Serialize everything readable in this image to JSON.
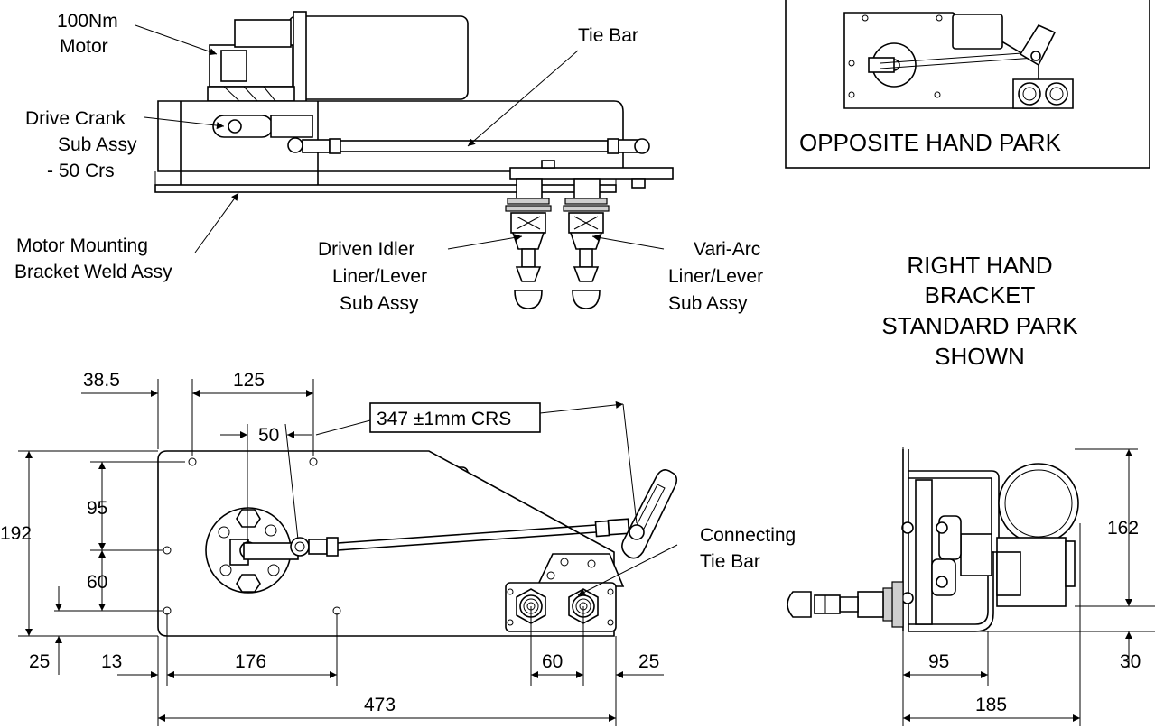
{
  "labels": {
    "motor": [
      "100Nm",
      "Motor"
    ],
    "tie_bar": "Tie Bar",
    "drive_crank": [
      "Drive Crank",
      "Sub Assy",
      "- 50 Crs"
    ],
    "mounting_bracket": [
      "Motor Mounting",
      "Bracket Weld Assy"
    ],
    "driven_idler": [
      "Driven Idler",
      "Liner/Lever",
      "Sub Assy"
    ],
    "vari_arc": [
      "Vari-Arc",
      "Liner/Lever",
      "Sub Assy"
    ],
    "connecting_tie_bar": [
      "Connecting",
      "Tie Bar"
    ],
    "opposite_hand": "OPPOSITE HAND PARK",
    "standard_park": [
      "RIGHT HAND",
      "BRACKET",
      "STANDARD PARK",
      "SHOWN"
    ]
  },
  "dimensions": {
    "d38_5": "38.5",
    "d125": "125",
    "d50": "50",
    "d347": "347 ±1mm CRS",
    "d192": "192",
    "d95": "95",
    "d60_left": "60",
    "d25_left": "25",
    "d13": "13",
    "d176": "176",
    "d60_bottom": "60",
    "d25_bottom": "25",
    "d473": "473",
    "d162": "162",
    "d95_side": "95",
    "d30": "30",
    "d185": "185"
  }
}
